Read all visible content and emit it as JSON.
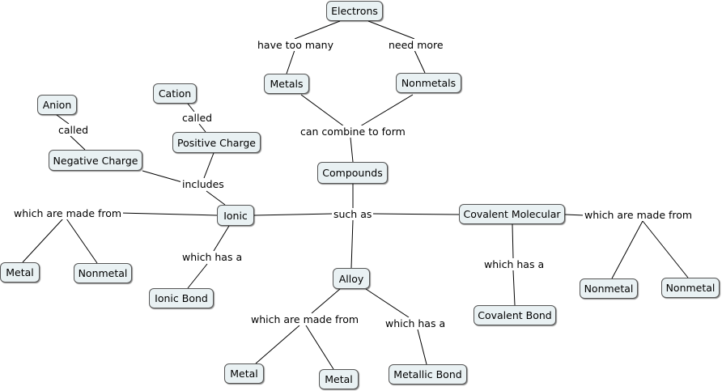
{
  "nodes": {
    "electrons": "Electrons",
    "metals": "Metals",
    "nonmetals": "Nonmetals",
    "anion": "Anion",
    "cation": "Cation",
    "positive_charge": "Positive Charge",
    "negative_charge": "Negative Charge",
    "compounds": "Compounds",
    "ionic": "Ionic",
    "covalent_molecular": "Covalent Molecular",
    "metal_left": "Metal",
    "nonmetal_left": "Nonmetal",
    "ionic_bond": "Ionic Bond",
    "alloy": "Alloy",
    "covalent_bond": "Covalent Bond",
    "nonmetal_right1": "Nonmetal",
    "nonmetal_right2": "Nonmetal",
    "metal_alloy1": "Metal",
    "metal_alloy2": "Metal",
    "metallic_bond": "Metallic Bond"
  },
  "links": {
    "have_too_many": "have too many",
    "need_more": "need more",
    "can_combine_to_form": "can combine to form",
    "called_anion": "called",
    "called_cation": "called",
    "includes": "includes",
    "such_as": "such as",
    "made_from_ionic": "which are made from",
    "made_from_covalent": "which are made from",
    "made_from_alloy": "which are made from",
    "has_ionic": "which has a",
    "has_covalent": "which has a",
    "has_alloy": "which has a"
  }
}
